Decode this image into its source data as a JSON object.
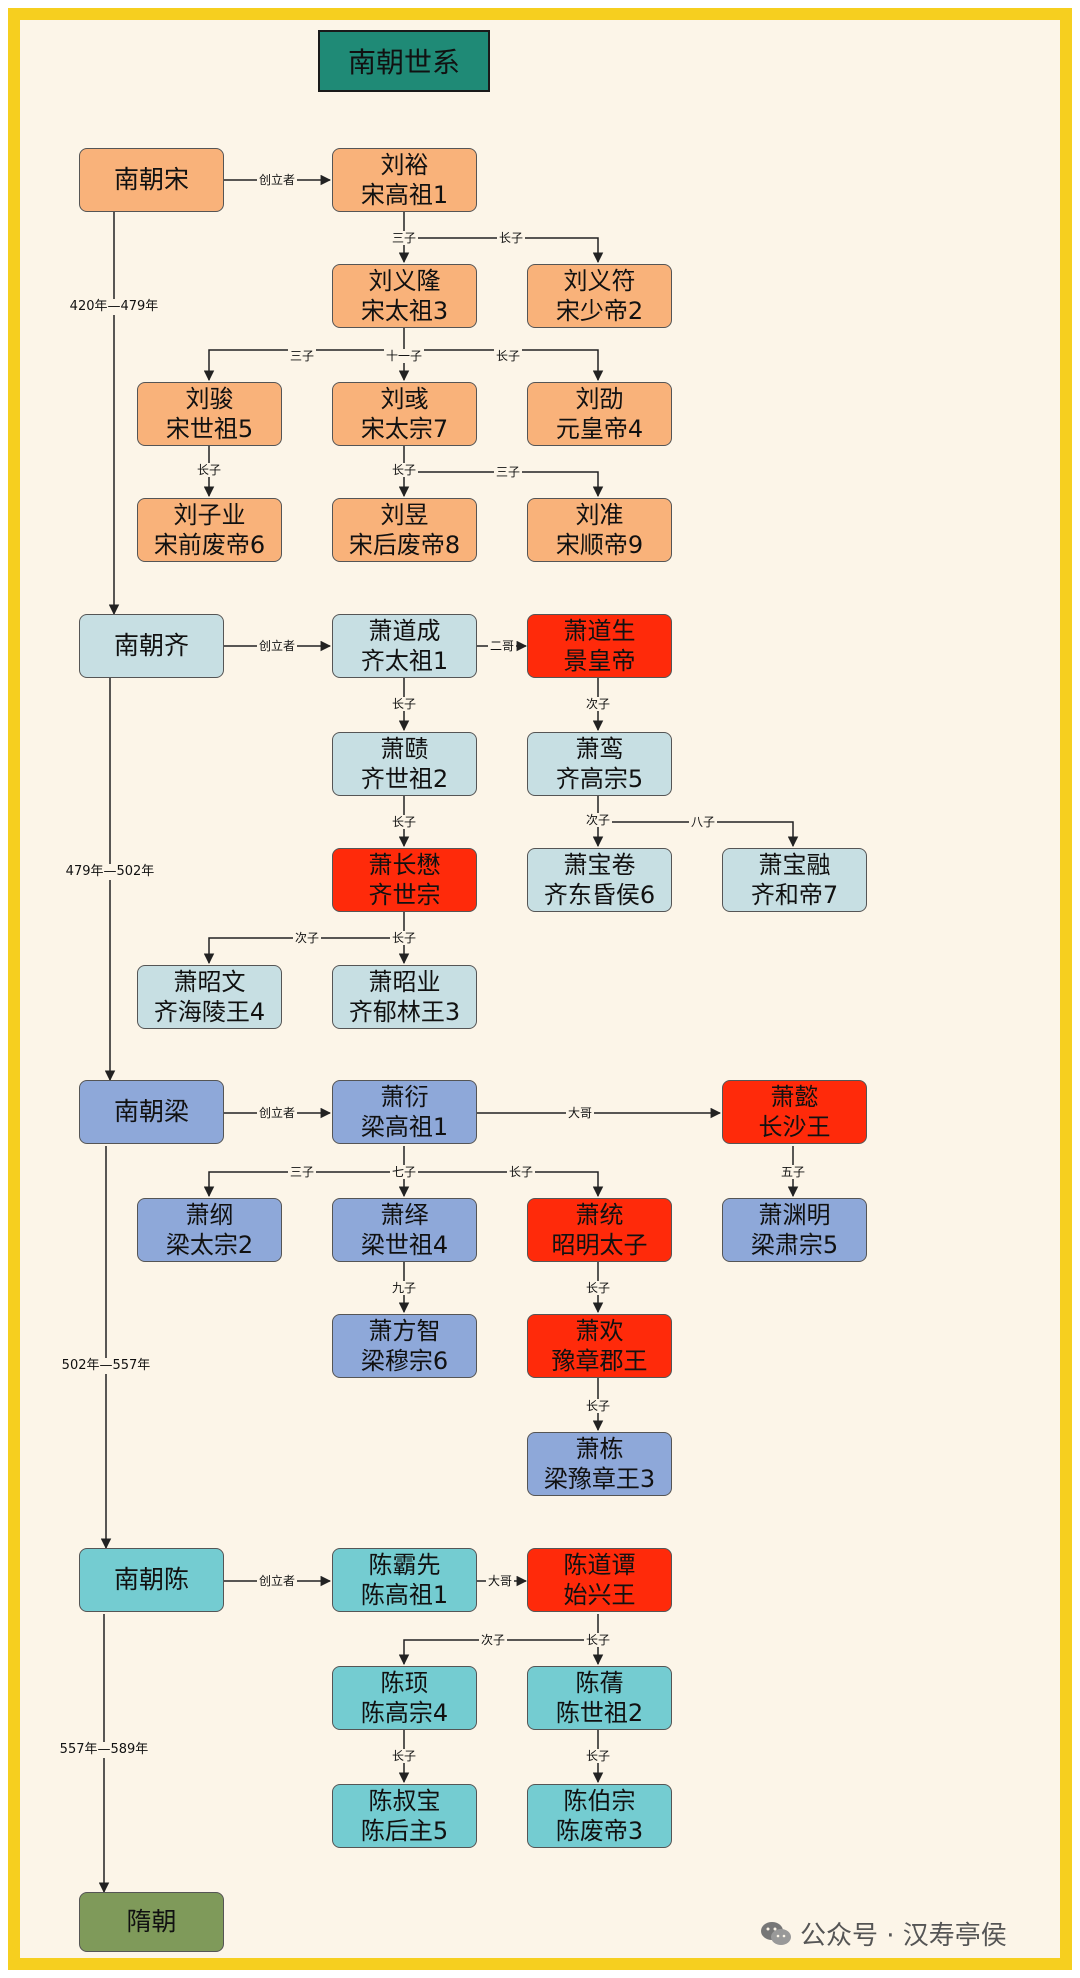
{
  "title": "南朝世系",
  "dynasties": {
    "song": "南朝宋",
    "qi": "南朝齐",
    "liang": "南朝梁",
    "chen": "南朝陈",
    "sui": "隋朝"
  },
  "periods": {
    "song": "420年—479年",
    "qi": "479年—502年",
    "liang": "502年—557年",
    "chen": "557年—589年"
  },
  "people": {
    "liuyu": [
      "刘裕",
      "宋高祖1"
    ],
    "liuyilong": [
      "刘义隆",
      "宋太祖3"
    ],
    "liuyifu": [
      "刘义符",
      "宋少帝2"
    ],
    "liujun": [
      "刘骏",
      "宋世祖5"
    ],
    "liuyu2": [
      "刘彧",
      "宋太宗7"
    ],
    "liushao": [
      "刘劭",
      "元皇帝4"
    ],
    "liuziye": [
      "刘子业",
      "宋前废帝6"
    ],
    "liuyu3": [
      "刘昱",
      "宋后废帝8"
    ],
    "liuzhun": [
      "刘准",
      "宋顺帝9"
    ],
    "xiaodaocheng": [
      "萧道成",
      "齐太祖1"
    ],
    "xiaodaosheng": [
      "萧道生",
      "景皇帝"
    ],
    "xiaoze": [
      "萧赜",
      "齐世祖2"
    ],
    "xiaoluan": [
      "萧鸾",
      "齐高宗5"
    ],
    "xiaozhangmao": [
      "萧长懋",
      "齐世宗"
    ],
    "xiaobaojuan": [
      "萧宝卷",
      "齐东昏侯6"
    ],
    "xiaobaorong": [
      "萧宝融",
      "齐和帝7"
    ],
    "xiaozhaowen": [
      "萧昭文",
      "齐海陵王4"
    ],
    "xiaozhaoye": [
      "萧昭业",
      "齐郁林王3"
    ],
    "xiaoyan": [
      "萧衍",
      "梁高祖1"
    ],
    "xiaoyi": [
      "萧懿",
      "长沙王"
    ],
    "xiaogang": [
      "萧纲",
      "梁太宗2"
    ],
    "xiaoyi2": [
      "萧绎",
      "梁世祖4"
    ],
    "xiaotong": [
      "萧统",
      "昭明太子"
    ],
    "xiaoyuanming": [
      "萧渊明",
      "梁肃宗5"
    ],
    "xiaofangzhi": [
      "萧方智",
      "梁穆宗6"
    ],
    "xiaohuan": [
      "萧欢",
      "豫章郡王"
    ],
    "xiaodong": [
      "萧栋",
      "梁豫章王3"
    ],
    "chenbaxian": [
      "陈霸先",
      "陈高祖1"
    ],
    "chendaotan": [
      "陈道谭",
      "始兴王"
    ],
    "chenxu": [
      "陈顼",
      "陈高宗4"
    ],
    "chenqian": [
      "陈蒨",
      "陈世祖2"
    ],
    "chenshubao": [
      "陈叔宝",
      "陈后主5"
    ],
    "chenbozong": [
      "陈伯宗",
      "陈废帝3"
    ]
  },
  "edge_labels": {
    "founder": "创立者",
    "third_son": "三子",
    "eldest_son": "长子",
    "eleventh_son": "十一子",
    "second_son": "次子",
    "eighth_son": "八子",
    "second_brother": "二哥",
    "elder_brother": "大哥",
    "seventh_son": "七子",
    "fifth_son": "五子",
    "ninth_son": "九子"
  },
  "watermark": "公众号 · 汉寿亭侯",
  "colors": {
    "border": "#f6cf1f",
    "background": "#fcf5e8",
    "title": "#1f8a76",
    "song": "#f9b27a",
    "qi": "#c7dfe3",
    "liang": "#8ea8d9",
    "chen": "#74ccd1",
    "highlight": "#ff2a0a",
    "sui": "#7f9a5a"
  }
}
